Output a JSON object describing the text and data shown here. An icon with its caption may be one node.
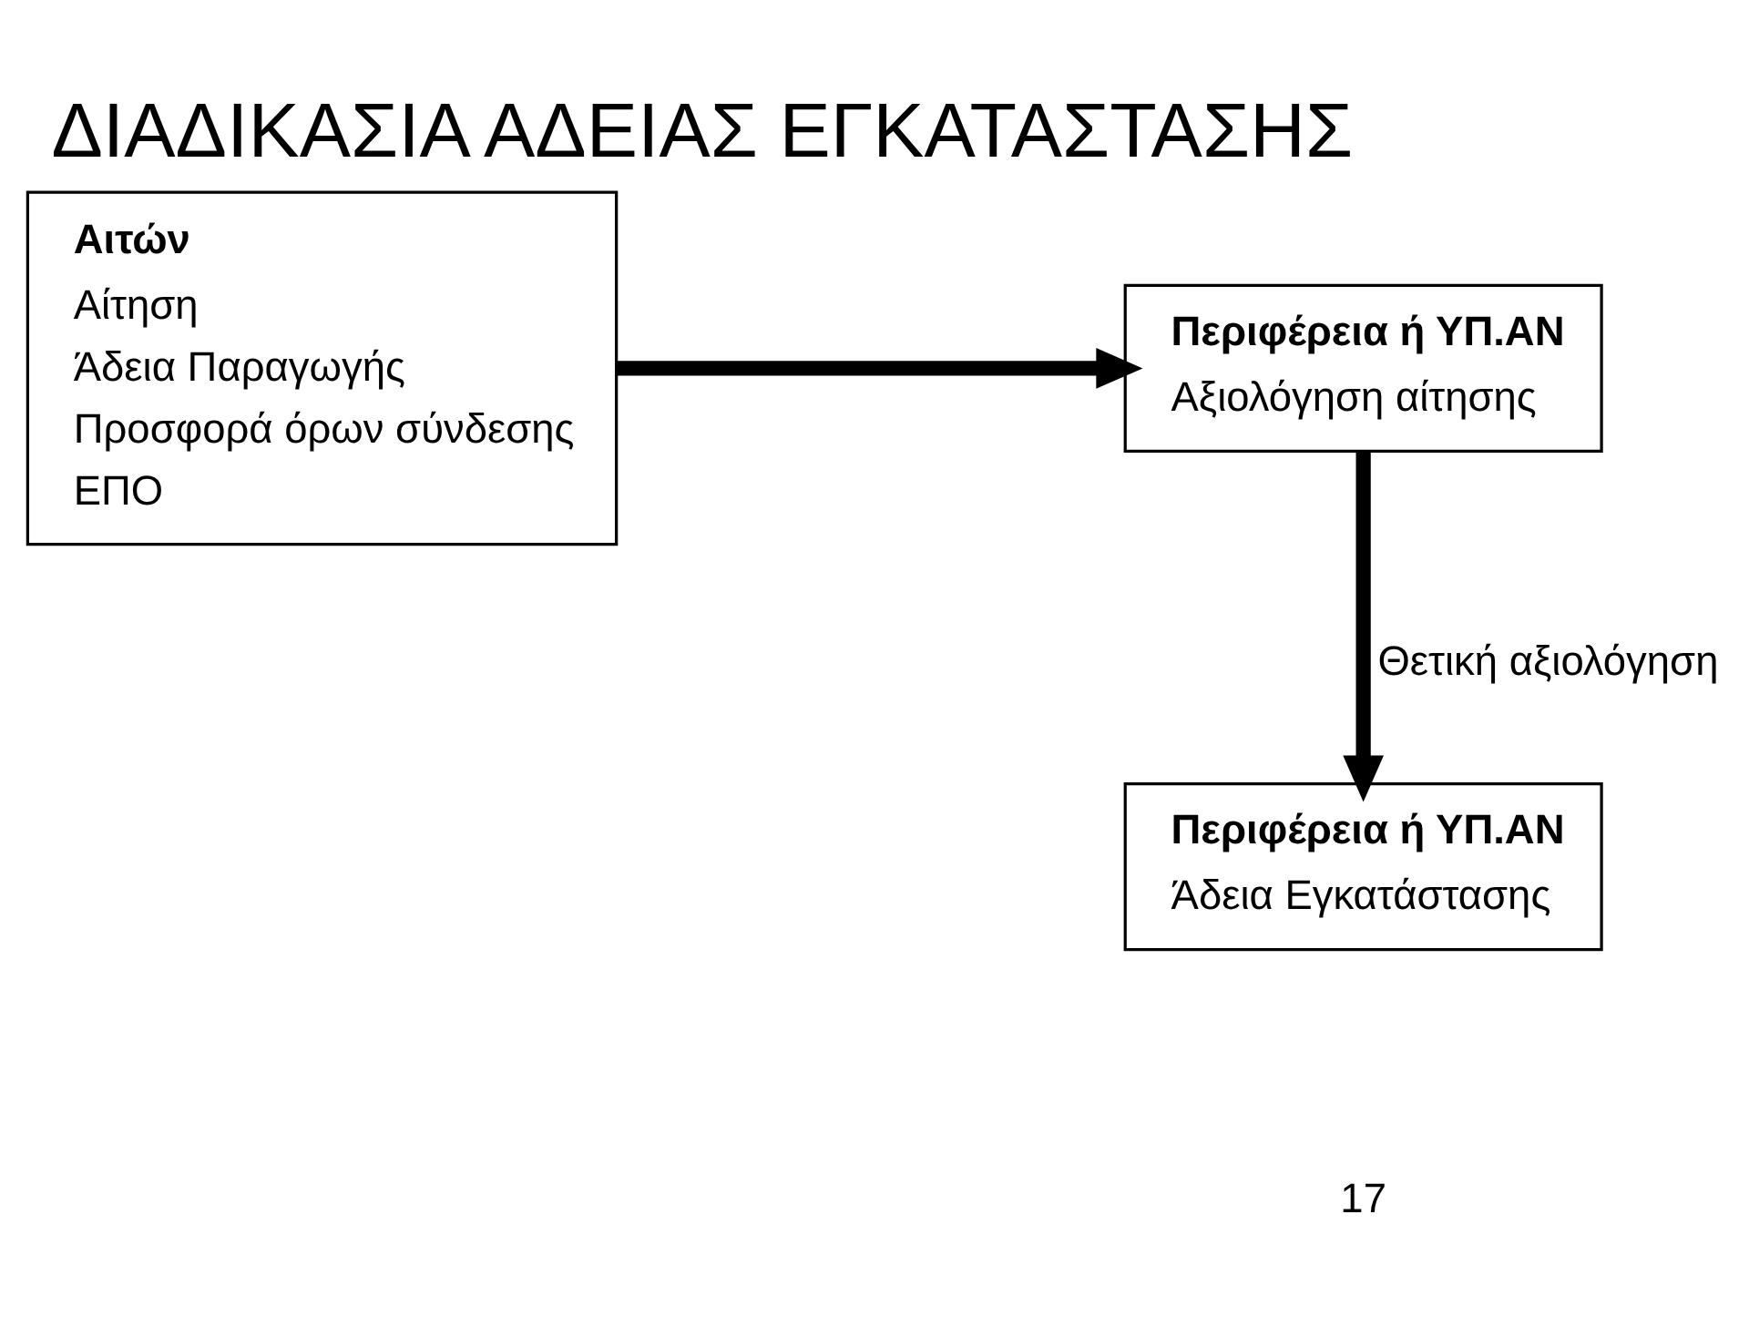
{
  "diagram": {
    "title": "ΔΙΑΔΙΚΑΣΙΑ ΑΔΕΙΑΣ ΕΓΚΑΤΑΣΤΑΣΗΣ",
    "nodes": [
      {
        "text": [
          "Αιτών",
          "Αίτηση",
          "Άδεια Παραγωγής",
          "Προσφορά όρων σύνδεσης",
          "ΕΠΟ"
        ]
      },
      {
        "text": [
          "Περιφέρεια ή ΥΠ.ΑΝ",
          "Αξιολόγηση αίτησης"
        ]
      },
      {
        "text": [
          "Περιφέρεια ή ΥΠ.ΑΝ",
          "Άδεια Εγκατάστασης"
        ]
      }
    ],
    "edges": [
      {
        "from": 0,
        "to": 1,
        "arrow": "to"
      },
      {
        "from": 1,
        "to": 2,
        "arrow": "to",
        "label": "Θετική αξιολόγηση"
      }
    ],
    "labels": [
      "17"
    ]
  }
}
